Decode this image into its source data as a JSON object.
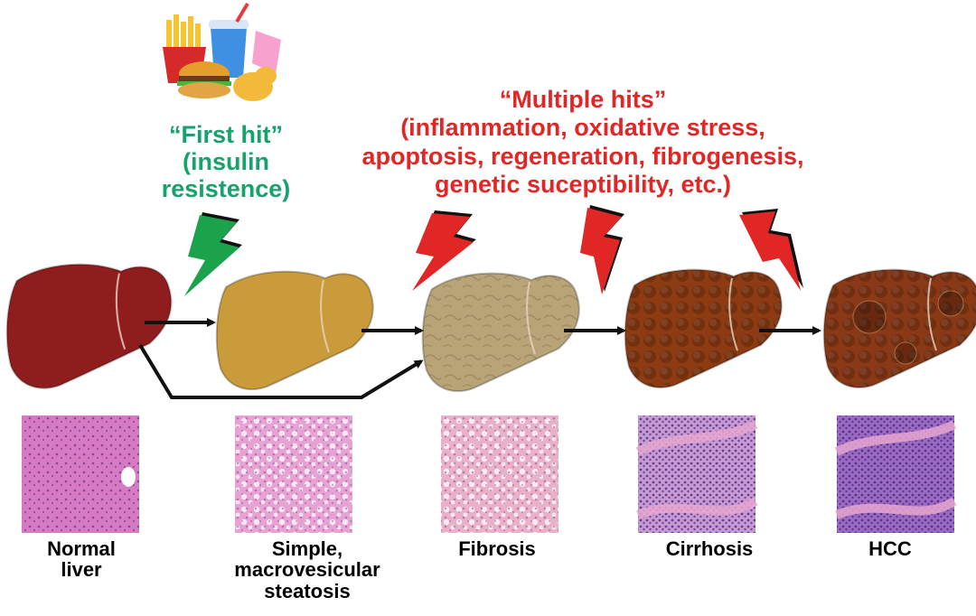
{
  "first_hit": {
    "title": "“First hit”",
    "line2": "(insulin",
    "line3": "resistence)",
    "color": "#16a26a"
  },
  "multiple_hits": {
    "title": "“Multiple hits”",
    "line2": "(inflammation, oxidative stress,",
    "line3": "apoptosis, regeneration, fibrogenesis,",
    "line4": "genetic suceptibility, etc.)",
    "color": "#e02726"
  },
  "stages": [
    {
      "label": "Normal",
      "label2": "liver",
      "label3": "",
      "liver_color": "#8f1d1d",
      "histology_tint": "#d67ac4"
    },
    {
      "label": "Simple,",
      "label2": "macrovesicular",
      "label3": "steatosis",
      "liver_color": "#c99b3a",
      "histology_tint": "#e7a2d3"
    },
    {
      "label": "Fibrosis",
      "label2": "",
      "label3": "",
      "liver_color": "#b9a477",
      "histology_tint": "#e9b0c8"
    },
    {
      "label": "Cirrhosis",
      "label2": "",
      "label3": "",
      "liver_color": "#8c3b12",
      "histology_tint": "#c79ad6"
    },
    {
      "label": "HCC",
      "label2": "",
      "label3": "",
      "liver_color": "#8a3916",
      "histology_tint": "#9b6ac3"
    }
  ],
  "icons": {
    "junk_food": "junk-food-icon",
    "lightning": "lightning-bolt-icon"
  }
}
